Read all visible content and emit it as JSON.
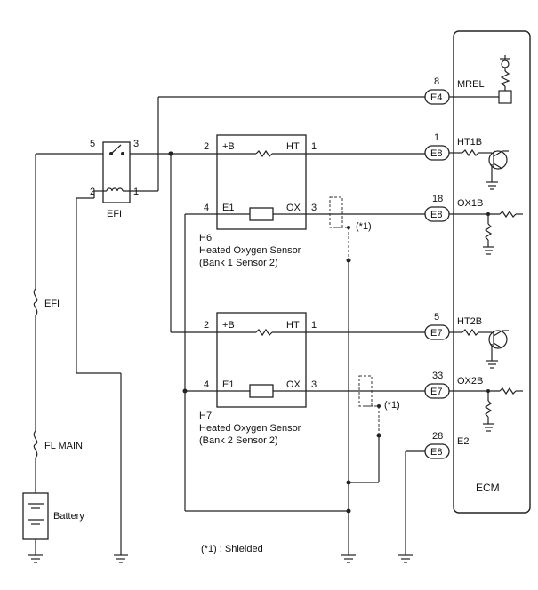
{
  "ecm": {
    "label": "ECM",
    "terminals": [
      {
        "pin": "8",
        "connector": "E4",
        "name": "MREL"
      },
      {
        "pin": "1",
        "connector": "E8",
        "name": "HT1B"
      },
      {
        "pin": "18",
        "connector": "E8",
        "name": "OX1B"
      },
      {
        "pin": "5",
        "connector": "E7",
        "name": "HT2B"
      },
      {
        "pin": "33",
        "connector": "E7",
        "name": "OX2B"
      },
      {
        "pin": "28",
        "connector": "E8",
        "name": "E2"
      }
    ]
  },
  "relay": {
    "label": "EFI",
    "pins": {
      "p5": "5",
      "p3": "3",
      "p2": "2",
      "p1": "1"
    }
  },
  "sensors": [
    {
      "code": "H6",
      "name": "Heated Oxygen Sensor",
      "position": "(Bank 1 Sensor 2)",
      "pin_left_top": "2",
      "label_left_top": "+B",
      "pin_right_top": "1",
      "label_right_top": "HT",
      "pin_left_bottom": "4",
      "label_left_bottom": "E1",
      "pin_right_bottom": "3",
      "label_right_bottom": "OX",
      "shield_note": "(*1)"
    },
    {
      "code": "H7",
      "name": "Heated Oxygen Sensor",
      "position": "(Bank 2 Sensor 2)",
      "pin_left_top": "2",
      "label_left_top": "+B",
      "pin_right_top": "1",
      "label_right_top": "HT",
      "pin_left_bottom": "4",
      "label_left_bottom": "E1",
      "pin_right_bottom": "3",
      "label_right_bottom": "OX",
      "shield_note": "(*1)"
    }
  ],
  "fuses": [
    {
      "label": "EFI"
    },
    {
      "label": "FL MAIN"
    }
  ],
  "battery": {
    "label": "Battery"
  },
  "legend": {
    "note": "(*1) : Shielded"
  }
}
